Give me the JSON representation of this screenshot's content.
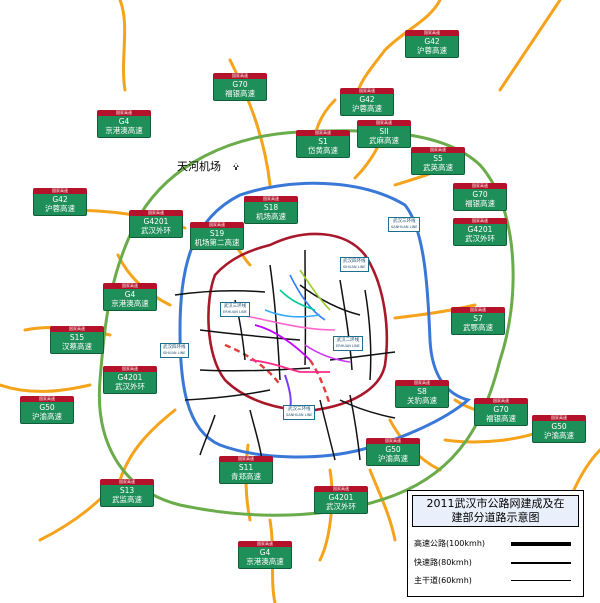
{
  "legend": {
    "title_line1": "2011武汉市公路网建成及在",
    "title_line2": "建部分道路示意图",
    "items": [
      {
        "label": "高速公路(100kmh)"
      },
      {
        "label": "快速路(80kmh)"
      },
      {
        "label": "主干道(60kmh)"
      }
    ]
  },
  "airport": {
    "label": "天河机场"
  },
  "colors": {
    "expressway": "#f5a31a",
    "outer_ring": "#6aab4a",
    "third_ring": "#3a78d8",
    "second_ring": "#a8182a",
    "sign_green": "#1f8f5a",
    "sign_red": "#b3122a"
  },
  "sign_header": "国家高速",
  "signs": [
    {
      "id": "g42-top",
      "code": "G42",
      "name": "沪蓉高速"
    },
    {
      "id": "g70-top",
      "code": "G70",
      "name": "福银高速"
    },
    {
      "id": "g42-n",
      "code": "G42",
      "name": "沪蓉高速"
    },
    {
      "id": "g4-nw",
      "code": "G4",
      "name": "京港澳高速"
    },
    {
      "id": "s1",
      "code": "S1",
      "name": "岱黄高速"
    },
    {
      "id": "sii",
      "code": "SII",
      "name": "武麻高速"
    },
    {
      "id": "s5",
      "code": "S5",
      "name": "武英高速"
    },
    {
      "id": "g42-w",
      "code": "G42",
      "name": "沪蓉高速"
    },
    {
      "id": "g4201-nw",
      "code": "G4201",
      "name": "武汉外环"
    },
    {
      "id": "s19",
      "code": "S19",
      "name": "机场第二高速"
    },
    {
      "id": "s18",
      "code": "S18",
      "name": "机场高速"
    },
    {
      "id": "g70-e",
      "code": "G70",
      "name": "福银高速"
    },
    {
      "id": "g4201-e",
      "code": "G4201",
      "name": "武汉外环"
    },
    {
      "id": "g4-w",
      "code": "G4",
      "name": "京港澳高速"
    },
    {
      "id": "s15",
      "code": "S15",
      "name": "汉蔡高速"
    },
    {
      "id": "s7",
      "code": "S7",
      "name": "武鄂高速"
    },
    {
      "id": "g4201-w",
      "code": "G4201",
      "name": "武汉外环"
    },
    {
      "id": "s8",
      "code": "S8",
      "name": "关豹高速"
    },
    {
      "id": "g50-w",
      "code": "G50",
      "name": "沪渝高速"
    },
    {
      "id": "g70-se",
      "code": "G70",
      "name": "福银高速"
    },
    {
      "id": "g50-e",
      "code": "G50",
      "name": "沪渝高速"
    },
    {
      "id": "g50-s",
      "code": "G50",
      "name": "沪渝高速"
    },
    {
      "id": "s11",
      "code": "S11",
      "name": "青郑高速"
    },
    {
      "id": "s13",
      "code": "S13",
      "name": "武监高速"
    },
    {
      "id": "g4201-s",
      "code": "G4201",
      "name": "武汉外环"
    },
    {
      "id": "g4-s",
      "code": "G4",
      "name": "京港澳高速"
    }
  ],
  "ring_tags": [
    {
      "id": "third-ring-ne",
      "cn": "武汉三环线",
      "en": "SANHUAN LINE"
    },
    {
      "id": "fourth-ring",
      "cn": "武汉四环线",
      "en": "SIHUAN LINE"
    },
    {
      "id": "second-ring",
      "cn": "武汉二环线",
      "en": "ERHUAN LINE"
    },
    {
      "id": "third-ring-w",
      "cn": "武汉三环线",
      "en": "ERHUAN LINE"
    },
    {
      "id": "fourth-ring-w",
      "cn": "武汉四环线",
      "en": "SIHUAN LINE"
    },
    {
      "id": "third-ring-s",
      "cn": "武汉三环线",
      "en": "SANHUAN LINE"
    }
  ]
}
